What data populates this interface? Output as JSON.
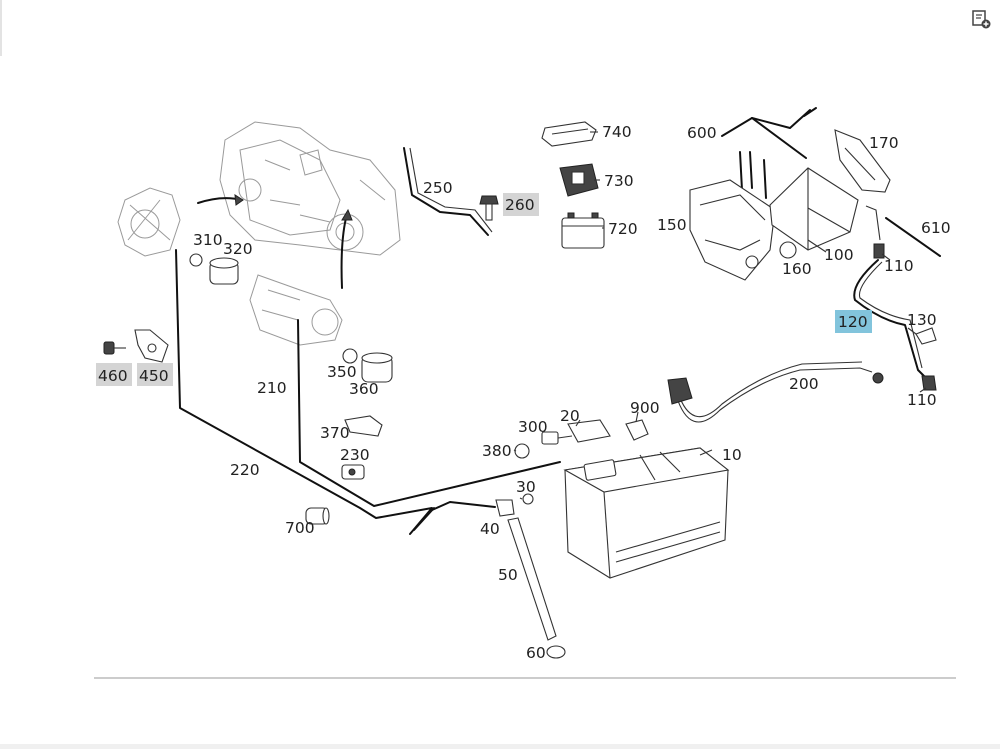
{
  "diagram": {
    "callouts": [
      {
        "id": "p10",
        "label": "10",
        "highlight": "none"
      },
      {
        "id": "p20",
        "label": "20",
        "highlight": "none"
      },
      {
        "id": "p30",
        "label": "30",
        "highlight": "none"
      },
      {
        "id": "p40",
        "label": "40",
        "highlight": "none"
      },
      {
        "id": "p50",
        "label": "50",
        "highlight": "none"
      },
      {
        "id": "p60",
        "label": "60",
        "highlight": "none"
      },
      {
        "id": "p100",
        "label": "100",
        "highlight": "none"
      },
      {
        "id": "p110a",
        "label": "110",
        "highlight": "none"
      },
      {
        "id": "p110b",
        "label": "110",
        "highlight": "none"
      },
      {
        "id": "p120",
        "label": "120",
        "highlight": "blue"
      },
      {
        "id": "p130",
        "label": "130",
        "highlight": "none"
      },
      {
        "id": "p150",
        "label": "150",
        "highlight": "none"
      },
      {
        "id": "p160",
        "label": "160",
        "highlight": "none"
      },
      {
        "id": "p170",
        "label": "170",
        "highlight": "none"
      },
      {
        "id": "p200",
        "label": "200",
        "highlight": "none"
      },
      {
        "id": "p210",
        "label": "210",
        "highlight": "none"
      },
      {
        "id": "p220",
        "label": "220",
        "highlight": "none"
      },
      {
        "id": "p230",
        "label": "230",
        "highlight": "none"
      },
      {
        "id": "p250",
        "label": "250",
        "highlight": "none"
      },
      {
        "id": "p260",
        "label": "260",
        "highlight": "grey"
      },
      {
        "id": "p300",
        "label": "300",
        "highlight": "none"
      },
      {
        "id": "p310",
        "label": "310",
        "highlight": "none"
      },
      {
        "id": "p320",
        "label": "320",
        "highlight": "none"
      },
      {
        "id": "p350",
        "label": "350",
        "highlight": "none"
      },
      {
        "id": "p360",
        "label": "360",
        "highlight": "none"
      },
      {
        "id": "p370",
        "label": "370",
        "highlight": "none"
      },
      {
        "id": "p380",
        "label": "380",
        "highlight": "none"
      },
      {
        "id": "p450",
        "label": "450",
        "highlight": "grey"
      },
      {
        "id": "p460",
        "label": "460",
        "highlight": "grey"
      },
      {
        "id": "p600",
        "label": "600",
        "highlight": "none"
      },
      {
        "id": "p610",
        "label": "610",
        "highlight": "none"
      },
      {
        "id": "p700",
        "label": "700",
        "highlight": "none"
      },
      {
        "id": "p720",
        "label": "720",
        "highlight": "none"
      },
      {
        "id": "p730",
        "label": "730",
        "highlight": "none"
      },
      {
        "id": "p740",
        "label": "740",
        "highlight": "none"
      },
      {
        "id": "p900",
        "label": "900",
        "highlight": "none"
      }
    ]
  },
  "toolbar": {
    "corner_icon": "add-to-list-icon"
  },
  "colors": {
    "highlight_grey": "#d4d4d4",
    "highlight_blue": "#82c4dc",
    "ink": "#111111"
  }
}
